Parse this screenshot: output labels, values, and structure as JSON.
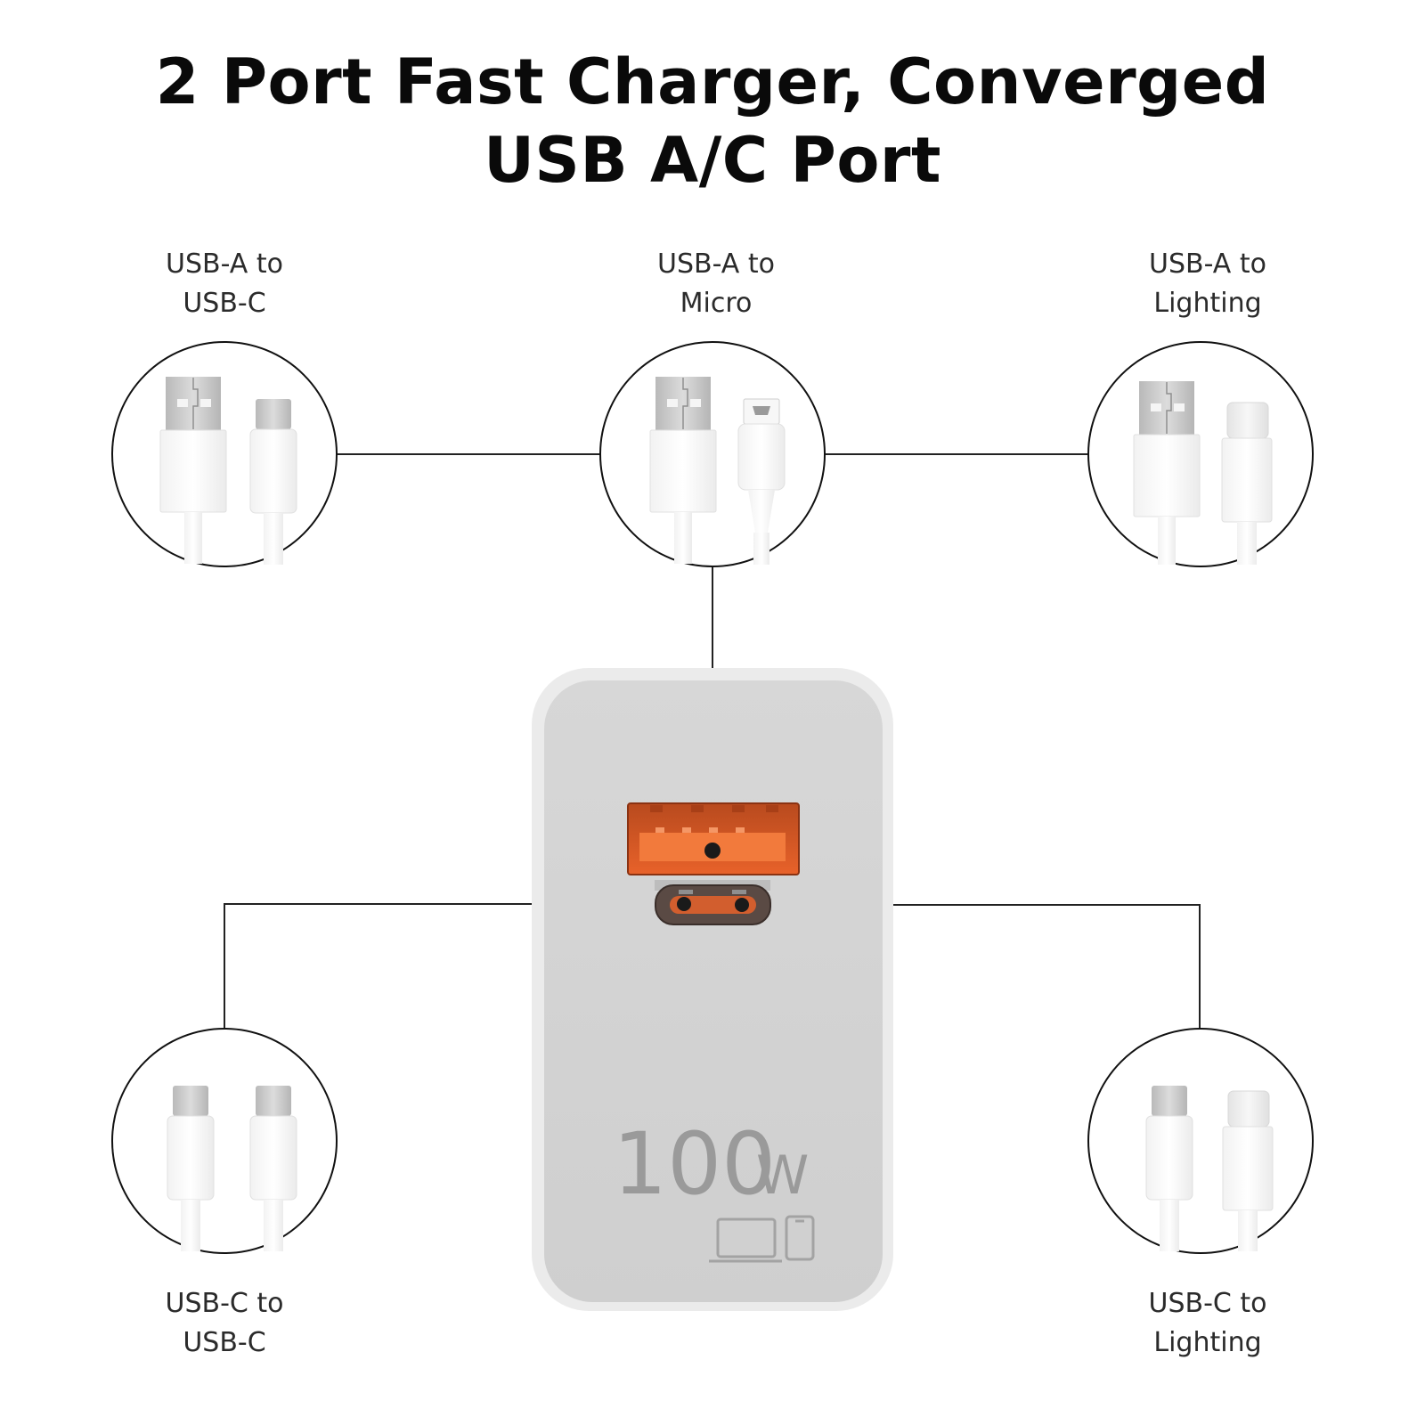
{
  "title": {
    "line1": "2 Port Fast Charger, Converged",
    "line2": "USB A/C Port"
  },
  "cables": [
    {
      "line1": "USB-A to",
      "line2": "USB-C"
    },
    {
      "line1": "USB-A to",
      "line2": "Micro"
    },
    {
      "line1": "USB-A to",
      "line2": "Lighting"
    },
    {
      "line1": "USB-C to",
      "line2": "USB-C"
    },
    {
      "line1": "USB-C to",
      "line2": "Lighting"
    }
  ],
  "charger": {
    "power_number": "100",
    "power_unit": "W"
  },
  "colors": {
    "port_orange": "#e8622a",
    "charger_body": "#d2d2d2",
    "charger_rim": "#eaeaea",
    "line": "#222222"
  }
}
